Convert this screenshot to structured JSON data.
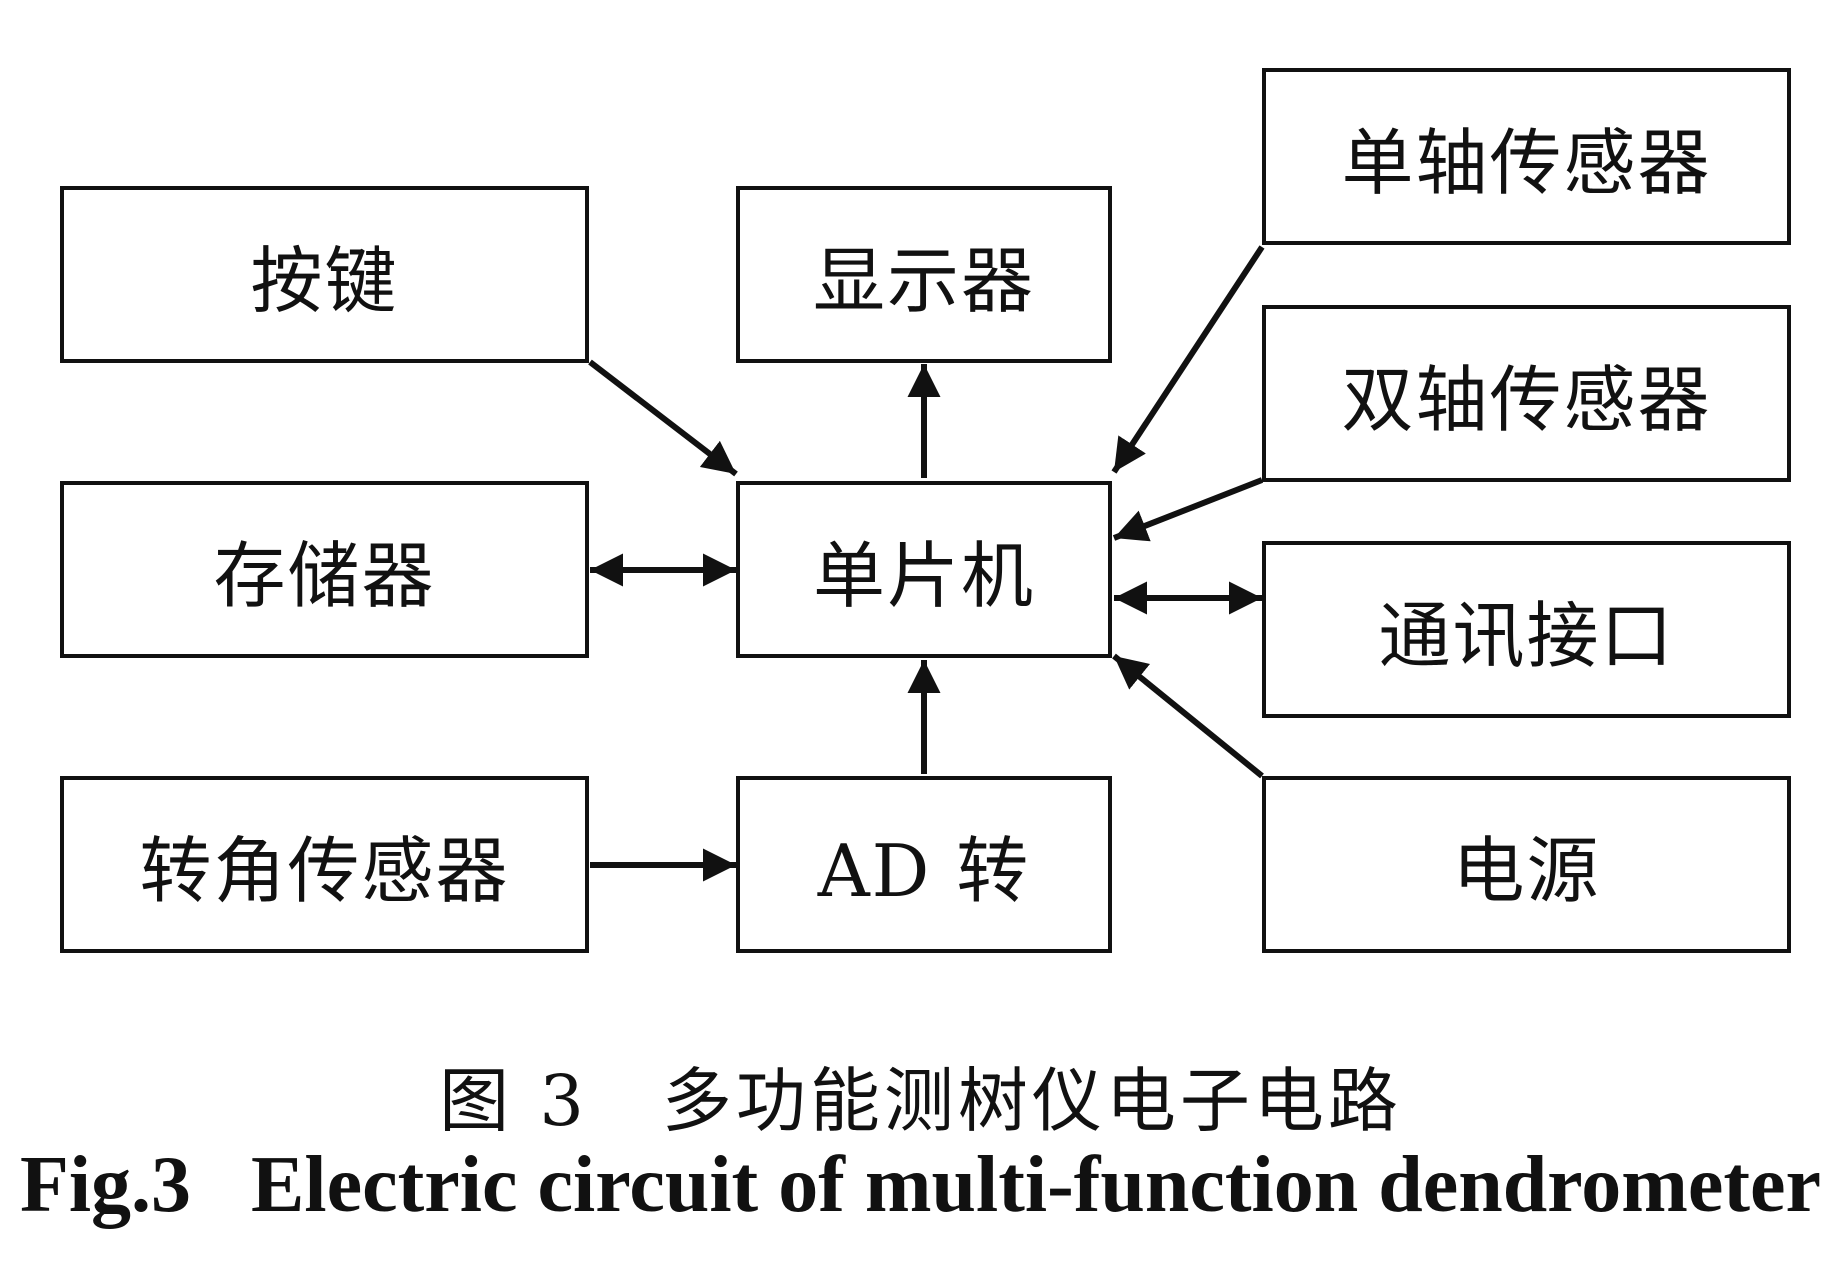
{
  "diagram": {
    "nodes": {
      "keys": "按键",
      "display": "显示器",
      "single_axis_sensor": "单轴传感器",
      "dual_axis_sensor": "双轴传感器",
      "memory": "存储器",
      "mcu": "单片机",
      "comm_interface": "通讯接口",
      "angle_sensor": "转角传感器",
      "ad_converter": "AD 转",
      "power_supply": "电源"
    },
    "edges": [
      {
        "from": "按键",
        "to": "单片机",
        "direction": "one-way"
      },
      {
        "from": "单片机",
        "to": "显示器",
        "direction": "one-way"
      },
      {
        "from": "单轴传感器",
        "to": "单片机",
        "direction": "one-way"
      },
      {
        "from": "双轴传感器",
        "to": "单片机",
        "direction": "one-way"
      },
      {
        "from": "存储器",
        "to": "单片机",
        "direction": "two-way"
      },
      {
        "from": "单片机",
        "to": "通讯接口",
        "direction": "two-way"
      },
      {
        "from": "AD 转",
        "to": "单片机",
        "direction": "one-way"
      },
      {
        "from": "转角传感器",
        "to": "AD 转",
        "direction": "one-way"
      },
      {
        "from": "电源",
        "to": "单片机",
        "direction": "one-way"
      }
    ]
  },
  "caption": {
    "cn": "图 3　多功能测树仪电子电路",
    "en": "Fig.3   Electric circuit of multi-function dendrometer"
  }
}
